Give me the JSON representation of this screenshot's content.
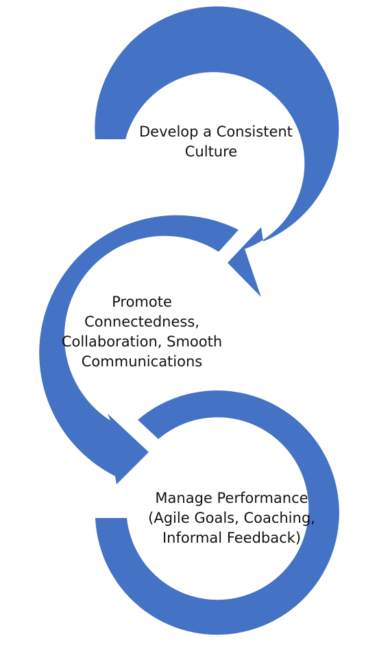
{
  "colors": {
    "arrow": "#4472C4",
    "text": "#111111",
    "background": "#FFFFFF"
  },
  "steps": [
    {
      "lines": [
        "Develop a Consistent",
        "Culture"
      ]
    },
    {
      "lines": [
        "Promote",
        "Connectedness,",
        "Collaboration, Smooth",
        "Communications"
      ]
    },
    {
      "lines": [
        "Manage Performance",
        "(Agile Goals, Coaching,",
        "Informal Feedback)"
      ]
    }
  ]
}
